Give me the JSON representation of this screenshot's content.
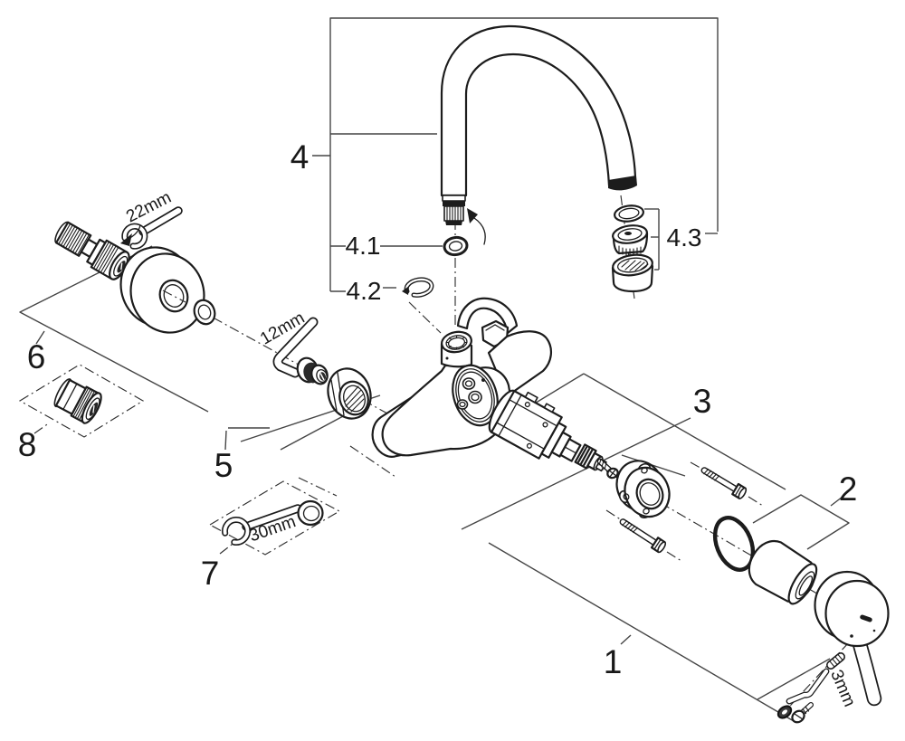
{
  "diagram": {
    "type": "exploded-parts-diagram",
    "subject": "single-lever wall-mounted faucet with swivel spout",
    "colors": {
      "background": "#ffffff",
      "line": "#1c1c1c",
      "leader_line": "#454545"
    },
    "callouts": {
      "n1": "1",
      "n2": "2",
      "n3": "3",
      "n4": "4",
      "n4_1": "4.1",
      "n4_2": "4.2",
      "n4_3": "4.3",
      "n5": "5",
      "n6": "6",
      "n7": "7",
      "n8": "8"
    },
    "tool_sizes": {
      "wrench_22": "22mm",
      "hex_key_12": "12mm",
      "wrench_30": "30mm",
      "hex_key_3": "3mm"
    }
  }
}
